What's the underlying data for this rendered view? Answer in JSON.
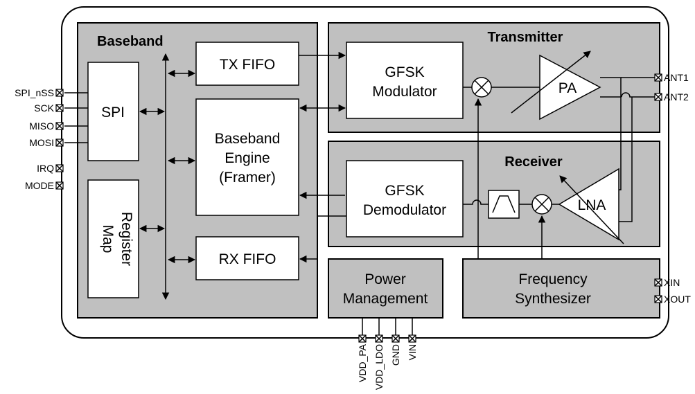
{
  "sections": {
    "baseband": "Baseband",
    "transmitter": "Transmitter",
    "receiver": "Receiver"
  },
  "blocks": {
    "spi": "SPI",
    "register_map": [
      "Register",
      "Map"
    ],
    "tx_fifo": "TX FIFO",
    "rx_fifo": "RX FIFO",
    "baseband_engine": [
      "Baseband",
      "Engine",
      "(Framer)"
    ],
    "gfsk_modulator": [
      "GFSK",
      "Modulator"
    ],
    "gfsk_demodulator": [
      "GFSK",
      "Demodulator"
    ],
    "pa": "PA",
    "lna": "LNA",
    "power_management": [
      "Power",
      "Management"
    ],
    "frequency_synthesizer": [
      "Frequency",
      "Synthesizer"
    ]
  },
  "pins": {
    "left": [
      "SPI_nSS",
      "SCK",
      "MISO",
      "MOSI",
      "IRQ",
      "MODE"
    ],
    "right": [
      "ANT1",
      "ANT2",
      "XIN",
      "XOUT"
    ],
    "bottom": [
      "VDD_PA",
      "VDD_LDO",
      "GND",
      "VIN"
    ]
  }
}
